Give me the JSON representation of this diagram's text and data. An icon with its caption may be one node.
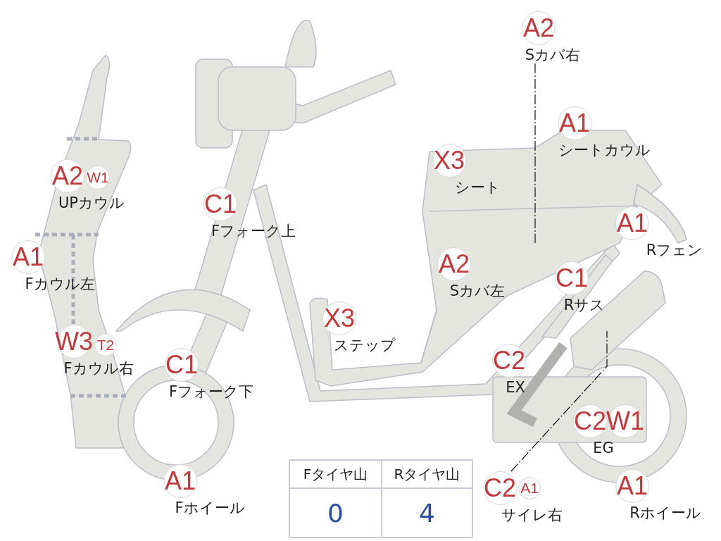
{
  "diagram": {
    "nodes": [
      {
        "text": [
          "A2"
        ],
        "beside": [
          "Sカバ右"
        ]
      },
      {
        "text": [
          "A1"
        ],
        "beside": [
          "シートカウル"
        ]
      },
      {
        "text": [
          "A2"
        ],
        "beside": [
          "UPカウル"
        ]
      },
      {
        "text": [
          "W1"
        ]
      },
      {
        "text": [
          "X3"
        ],
        "beside": [
          "シート"
        ]
      },
      {
        "text": [
          "C1"
        ],
        "beside": [
          "Fフォーク上"
        ]
      },
      {
        "text": [
          "A1"
        ],
        "beside": [
          "Rフェン"
        ]
      },
      {
        "text": [
          "A1"
        ],
        "beside": [
          "Fカウル左"
        ]
      },
      {
        "text": [
          "A2"
        ],
        "beside": [
          "Sカバ左"
        ]
      },
      {
        "text": [
          "C1"
        ],
        "beside": [
          "Rサス"
        ]
      },
      {
        "text": [
          "X3"
        ],
        "beside": [
          "ステップ"
        ]
      },
      {
        "text": [
          "W3"
        ],
        "beside": [
          "Fカウル右"
        ]
      },
      {
        "text": [
          "T2"
        ]
      },
      {
        "text": [
          "C1"
        ],
        "beside": [
          "Fフォーク下"
        ]
      },
      {
        "text": [
          "C2"
        ],
        "beside": [
          "EX"
        ]
      },
      {
        "text": [
          "C2"
        ],
        "beside": [
          "EG"
        ]
      },
      {
        "text": [
          "W1"
        ]
      },
      {
        "text": [
          "A1"
        ],
        "beside": [
          "Fホイール"
        ]
      },
      {
        "text": [
          "C2"
        ],
        "beside": [
          "サイレ右"
        ]
      },
      {
        "text": [
          "A1"
        ]
      },
      {
        "text": [
          "A1"
        ],
        "beside": [
          "Rホイール"
        ]
      }
    ],
    "edges": [
      {
        "from": 0,
        "to": null,
        "arrow": "none"
      },
      {
        "from": 18,
        "to": null,
        "arrow": "none"
      }
    ],
    "labels": [
      "Fタイヤ山",
      "Rタイヤ山",
      "0",
      "4"
    ]
  }
}
